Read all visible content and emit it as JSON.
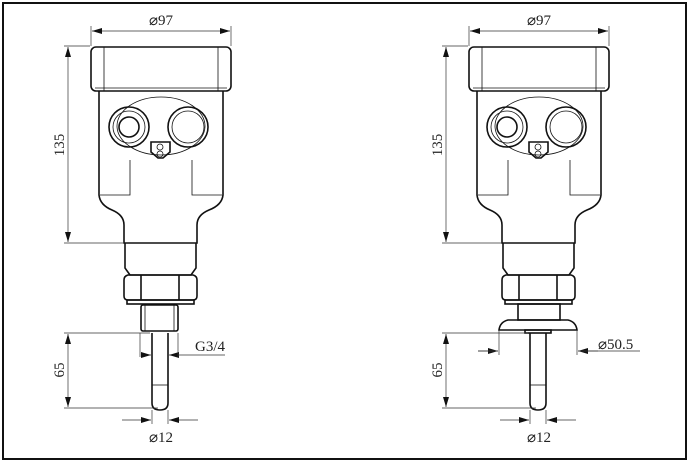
{
  "drawings": [
    {
      "name": "threaded-version",
      "top_diameter": "⌀97",
      "height": "135",
      "probe_length": "65",
      "connection": "G3/4",
      "probe_diameter": "⌀12"
    },
    {
      "name": "clamp-version",
      "top_diameter": "⌀97",
      "height": "135",
      "probe_length": "65",
      "connection": "⌀50.5",
      "probe_diameter": "⌀12"
    }
  ]
}
